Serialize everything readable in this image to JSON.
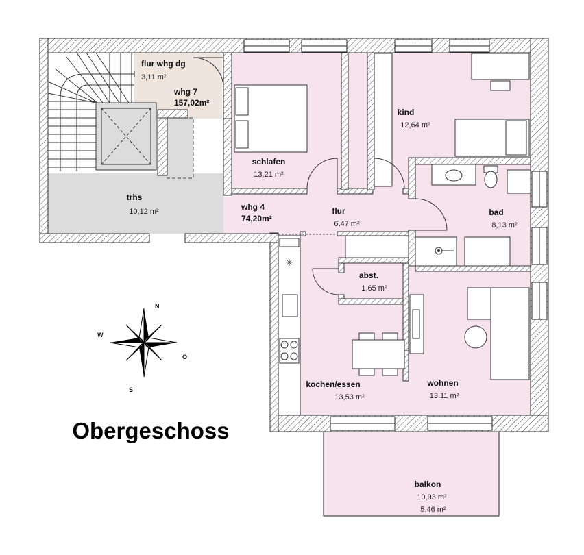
{
  "floor_title": "Obergeschoss",
  "rooms": {
    "flur_whg_dg": {
      "name": "flur whg dg",
      "area": "3,11 m²"
    },
    "whg7": {
      "name": "whg 7",
      "area": "157,02m²"
    },
    "trhs": {
      "name": "trhs",
      "area": "10,12 m²"
    },
    "schlafen": {
      "name": "schlafen",
      "area": "13,21 m²"
    },
    "kind": {
      "name": "kind",
      "area": "12,64 m²"
    },
    "whg4": {
      "name": "whg 4",
      "area": "74,20m²"
    },
    "flur": {
      "name": "flur",
      "area": "6,47 m²"
    },
    "bad": {
      "name": "bad",
      "area": "8,13 m²"
    },
    "abst": {
      "name": "abst.",
      "area": "1,65 m²"
    },
    "kochen_essen": {
      "name": "kochen/essen",
      "area": "13,53 m²"
    },
    "wohnen": {
      "name": "wohnen",
      "area": "13,11 m²"
    },
    "balkon": {
      "name": "balkon",
      "area": "10,93 m²",
      "area_half": "5,46 m²"
    }
  },
  "compass": {
    "n": "N",
    "o": "O",
    "s": "S",
    "w": "W"
  },
  "colors": {
    "apartment_fill": "#f6e3ec",
    "stair_fill": "#dcdcdc",
    "landing_fill": "#efe5df",
    "wall_hatch": "#555555"
  }
}
